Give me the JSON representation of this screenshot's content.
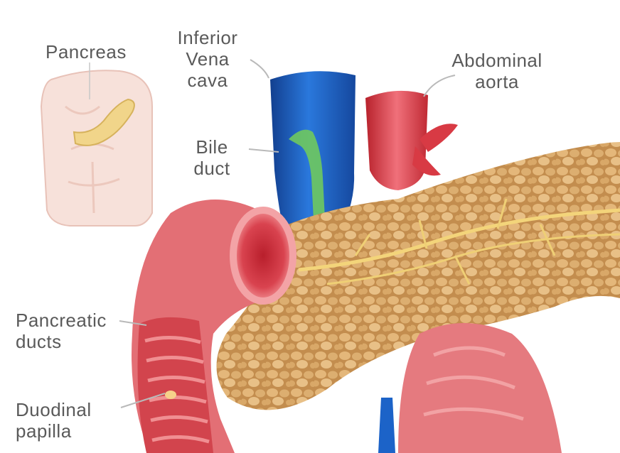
{
  "labels": {
    "pancreas": "Pancreas",
    "ivc": [
      "Inferior",
      "Vena",
      "cava"
    ],
    "aorta": [
      "Abdominal",
      "aorta"
    ],
    "bile_duct": [
      "Bile",
      "duct"
    ],
    "pancreatic_ducts": [
      "Pancreatic",
      "ducts"
    ],
    "duodenal_papilla": [
      "Duodinal",
      "papilla"
    ]
  },
  "colors": {
    "vein": "#1c63c8",
    "artery": "#e0444c",
    "duodenum": "#e26d72",
    "pancreas": "#c99655",
    "bile_duct": "#7bd36a",
    "leader": "#b9b9b9"
  }
}
